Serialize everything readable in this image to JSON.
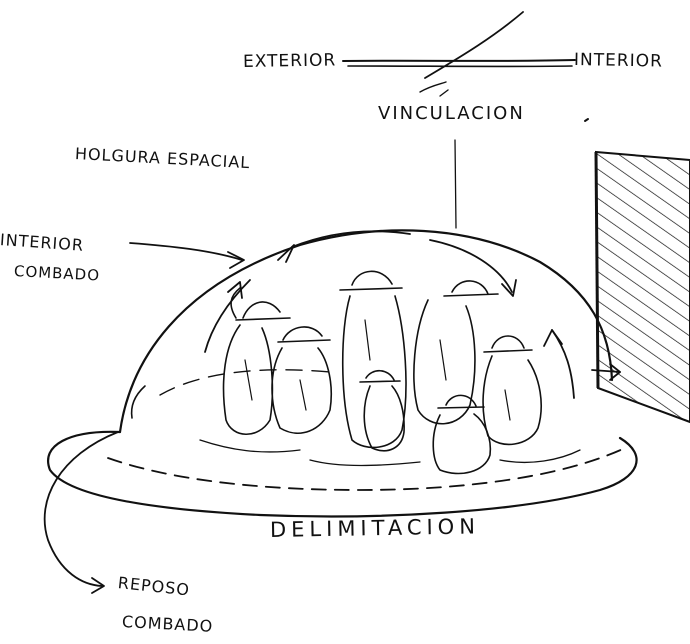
{
  "labels": {
    "exterior": "EXTERIOR",
    "interior_top": "INTERIOR",
    "vinculacion": "VINCULACION",
    "holgura": "HOLGURA ESPACIAL",
    "interior_left": "INTERIOR",
    "combado_left": "COMBADO",
    "delimitacion": "DELIMITACION",
    "reposo": "REPOSO",
    "combado_bottom": "COMBADO"
  },
  "style": {
    "ink_color": "#111111",
    "paper_color": "#ffffff"
  }
}
